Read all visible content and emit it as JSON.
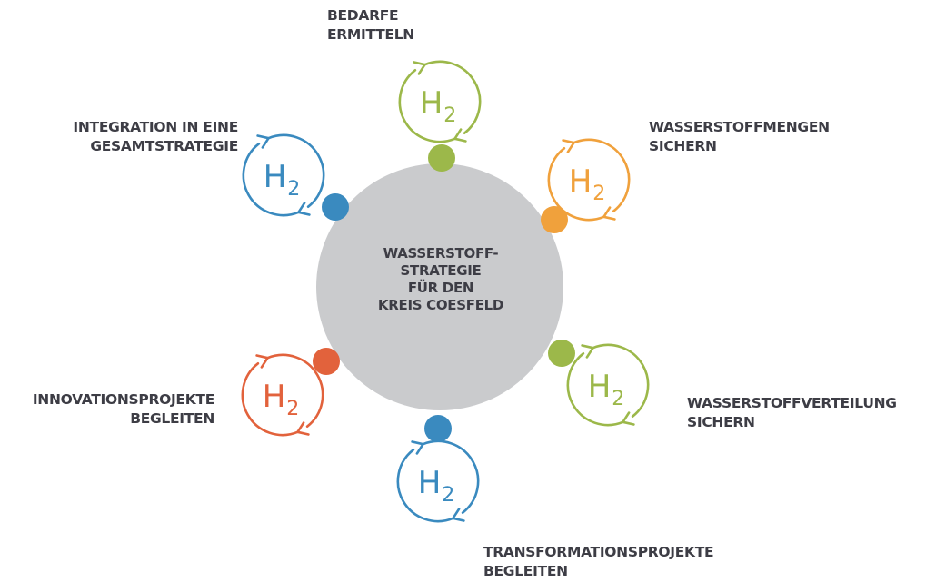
{
  "center": {
    "lines": [
      "WASSERSTOFF-",
      "STRATEGIE",
      "FÜR DEN",
      "KREIS COESFELD"
    ]
  },
  "formula": {
    "main": "H",
    "sub": "2"
  },
  "nodes": [
    {
      "id": "bedarfe",
      "color": "#9cb84a",
      "lines": [
        "BEDARFE",
        "ERMITTELN"
      ]
    },
    {
      "id": "mengen",
      "color": "#f0a13c",
      "lines": [
        "WASSERSTOFFMENGEN",
        "SICHERN"
      ]
    },
    {
      "id": "verteilung",
      "color": "#9cb84a",
      "lines": [
        "WASSERSTOFFVERTEILUNG",
        "SICHERN"
      ]
    },
    {
      "id": "transformation",
      "color": "#3a8abf",
      "lines": [
        "TRANSFORMATIONSPROJEKTE",
        "BEGLEITEN"
      ]
    },
    {
      "id": "innovation",
      "color": "#e2623c",
      "lines": [
        "INNOVATIONSPROJEKTE",
        "BEGLEITEN"
      ]
    },
    {
      "id": "integration",
      "color": "#3a8abf",
      "lines": [
        "INTEGRATION IN EINE",
        "GESAMTSTRATEGIE"
      ]
    }
  ],
  "colors": {
    "hub": "#cacbcd",
    "text": "#3d3d45"
  }
}
